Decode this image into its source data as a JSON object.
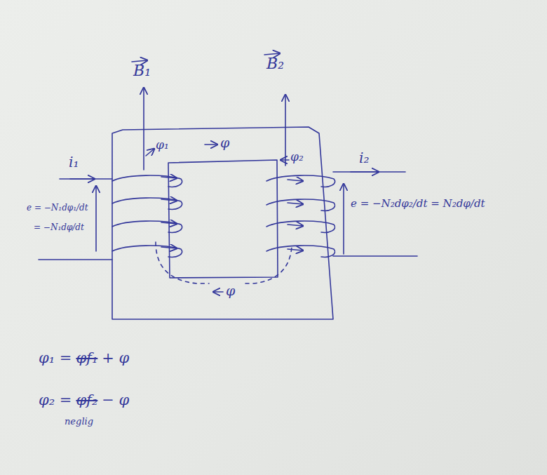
{
  "diagram": {
    "labels": [
      "B₁",
      "B₂",
      "i₁",
      "i₂",
      "φ₁",
      "φ",
      "φ₂",
      "φ",
      "e = −N₁dφ₁/dt",
      "= −N₁dφ/dt",
      "e = −N₂dφ₂/dt = N₂dφ/dt",
      "φ₁ =",
      "φf₁",
      "+ φ",
      "φ₂ =",
      "φf₂",
      "− φ",
      "neglig"
    ]
  }
}
